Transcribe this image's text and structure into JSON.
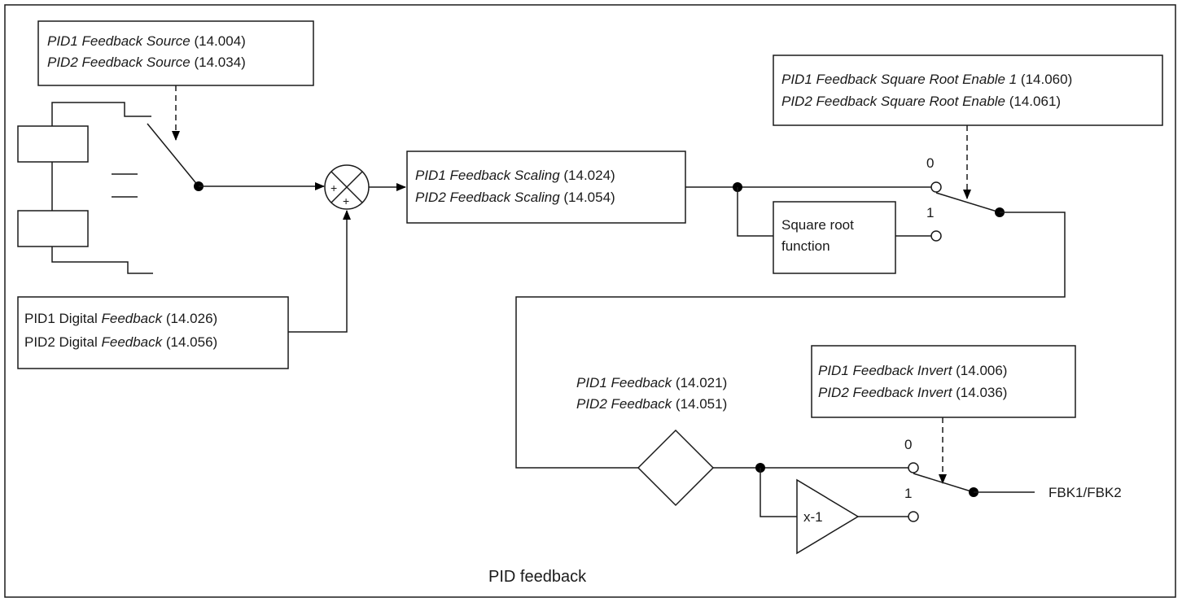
{
  "diagram": {
    "title": "PID feedback",
    "feedback_source": {
      "line1_name": "PID1 Feedback Source",
      "line1_param": " (14.004)",
      "line2_name": "PID2 Feedback Source",
      "line2_param": " (14.034)"
    },
    "digital_feedback": {
      "line1_prefix": "PID1 Digital ",
      "line1_name": "Feedback",
      "line1_param": " (14.026)",
      "line2_prefix": "PID2 Digital ",
      "line2_name": "Feedback",
      "line2_param": " (14.056)"
    },
    "summing_junction": {
      "top_sign": "+",
      "bottom_sign": "+"
    },
    "feedback_scaling": {
      "line1_name": "PID1 Feedback Scaling",
      "line1_param": " (14.024)",
      "line2_name": "PID2 Feedback Scaling",
      "line2_param": " (14.054)"
    },
    "sqrt_enable": {
      "line1_name": "PID1 Feedback Square Root Enable 1",
      "line1_param": " (14.060)",
      "line2_name": "PID2 Feedback Square Root Enable",
      "line2_param": " (14.061)"
    },
    "sqrt_switch": {
      "pos0": "0",
      "pos1": "1"
    },
    "sqrt_function": {
      "line1": "Square root",
      "line2": "function"
    },
    "feedback_readout": {
      "line1_name": "PID1 Feedback",
      "line1_param": " (14.021)",
      "line2_name": "PID2 Feedback",
      "line2_param": " (14.051)"
    },
    "feedback_invert": {
      "line1_name": "PID1 Feedback Invert",
      "line1_param": " (14.006)",
      "line2_name": "PID2 Feedback Invert",
      "line2_param": " (14.036)"
    },
    "invert_switch": {
      "pos0": "0",
      "pos1": "1"
    },
    "inverter": {
      "label": "x-1"
    },
    "output": {
      "label": "FBK1/FBK2"
    }
  }
}
